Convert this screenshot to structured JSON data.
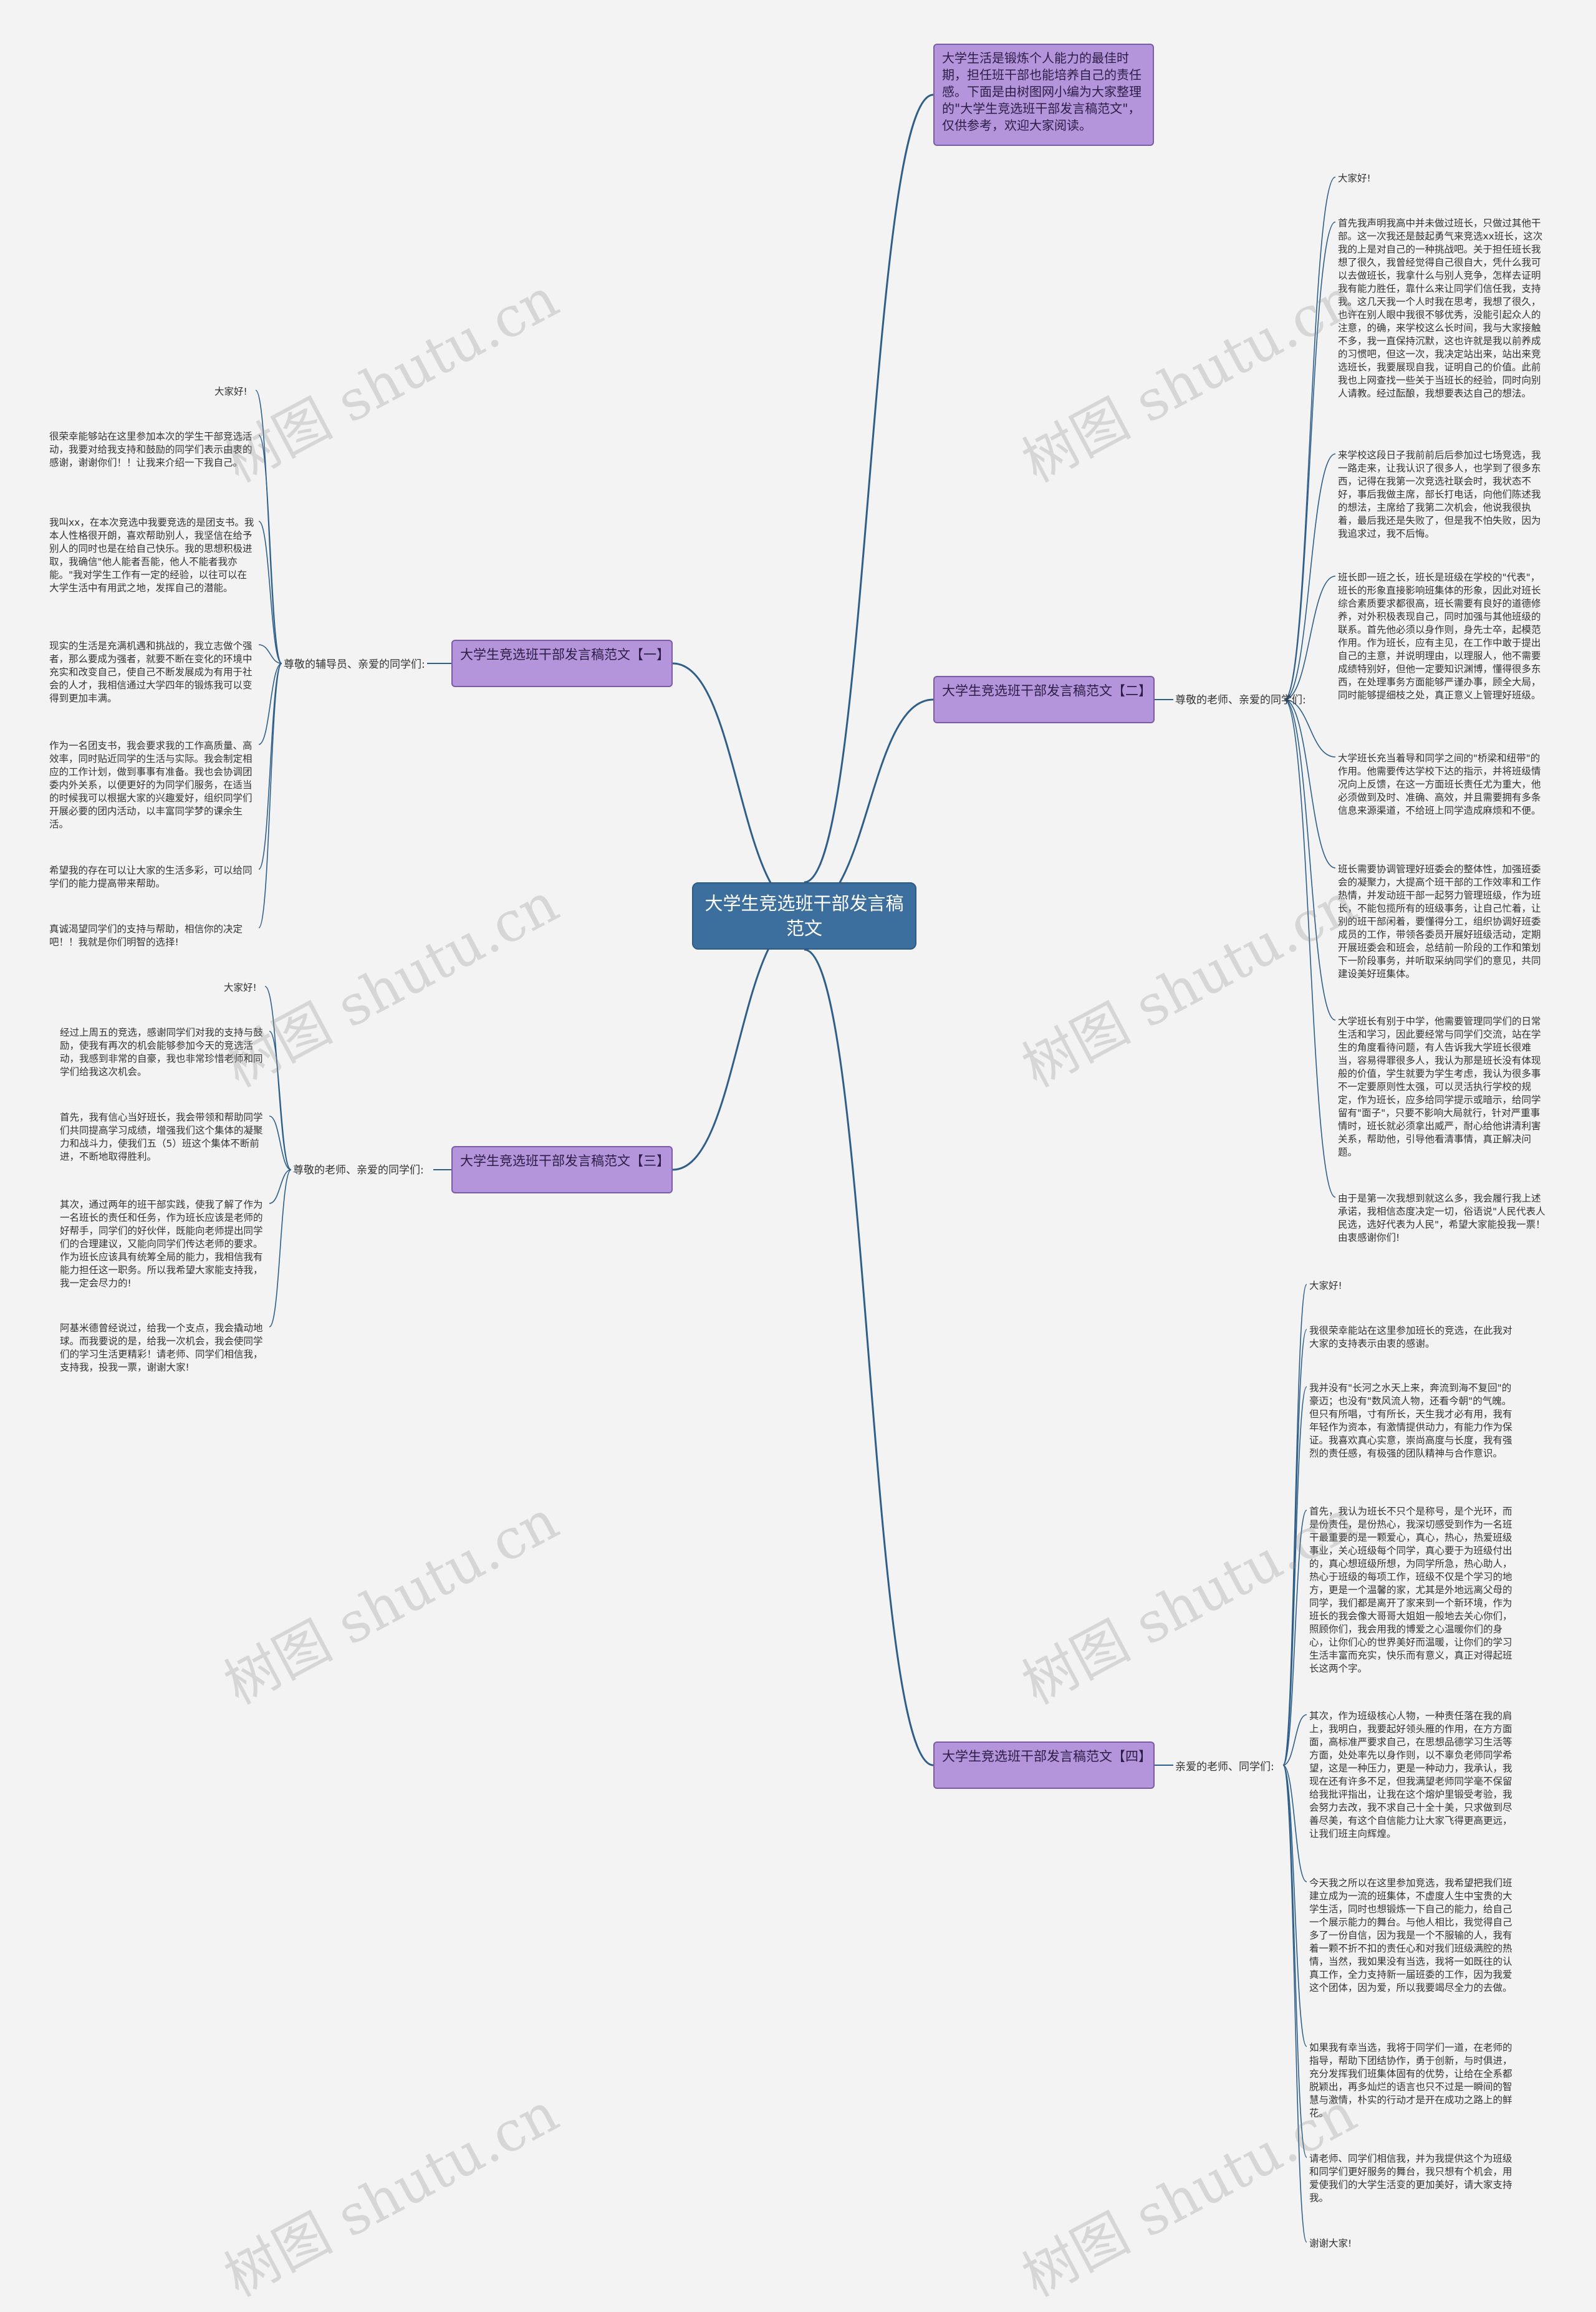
{
  "root": "大学生竞选班干部发言稿范文",
  "intro": "大学生活是锻炼个人能力的最佳时期，担任班干部也能培养自己的责任感。下面是由树图网小编为大家整理的\"大学生竞选班干部发言稿范文\"，仅供参考，欢迎大家阅读。",
  "watermark": "树图 shutu.cn",
  "b1": {
    "title": "大学生竞选班干部发言稿范文【一】",
    "sub": "尊敬的辅导员、亲爱的同学们:",
    "leaves": [
      "大家好!",
      "很荣幸能够站在这里参加本次的学生干部竞选活动，我要对给我支持和鼓励的同学们表示由衷的感谢，谢谢你们！！让我来介绍一下我自己。",
      "我叫xx，在本次竞选中我要竞选的是团支书。我本人性格很开朗，喜欢帮助别人，我坚信在给予别人的同时也是在给自己快乐。我的思想积极进取，我确信\"他人能者吾能，他人不能者我亦能。\"我对学生工作有一定的经验，以往可以在大学生活中有用武之地，发挥自己的潜能。",
      "现实的生活是充满机遇和挑战的，我立志做个强者，那么要成为强者，就要不断在变化的环境中充实和改变自己，使自己不断发展成为有用于社会的人才，我相信通过大学四年的锻炼我可以变得到更加丰满。",
      "作为一名团支书，我会要求我的工作高质量、高效率，同时贴近同学的生活与实际。我会制定相应的工作计划，做到事事有准备。我也会协调团委内外关系，以便更好的为同学们服务，在适当的时候我可以根据大家的兴趣爱好，组织同学们开展必要的团内活动，以丰富同学梦的课余生活。",
      "希望我的存在可以让大家的生活多彩，可以给同学们的能力提高带来帮助。",
      "真诚渴望同学们的支持与帮助，相信你的决定吧！！我就是你们明智的选择!"
    ]
  },
  "b2": {
    "title": "大学生竞选班干部发言稿范文【二】",
    "sub": "尊敬的老师、亲爱的同学们:",
    "leaves": [
      "大家好!",
      "首先我声明我高中并未做过班长，只做过其他干部。这一次我还是鼓起勇气来竞选xx班长，这次我的上是对自己的一种挑战吧。关于担任班长我想了很久，我曾经觉得自己很自大，凭什么我可以去做班长，我拿什么与别人竞争，怎样去证明我有能力胜任，靠什么来让同学们信任我，支持我。这几天我一个人时我在思考，我想了很久，也许在别人眼中我很不够优秀，没能引起众人的注意，的确，来学校这么长时间，我与大家接触不多，我一直保持沉默，这也许就是我以前养成的习惯吧，但这一次，我决定站出来，站出来竞选班长，我要展现自我，证明自己的价值。此前我也上网查找一些关于当班长的经验，同时向别人请教。经过酝酿，我想要表达自己的想法。",
      "来学校这段日子我前前后后参加过七场竞选，我一路走来，让我认识了很多人，也学到了很多东西，记得在我第一次竞选社联会时，我状态不好，事后我做主席，部长打电话，向他们陈述我的想法，主席给了我第二次机会，他说我很执着，最后我还是失败了，但是我不怕失败，因为我追求过，我不后悔。",
      "班长即一班之长，班长是班级在学校的\"代表\"，班长的形象直接影响班集体的形象，因此对班长综合素质要求都很高，班长需要有良好的道德修养，对外积极表现自己，同时加强与其他班级的联系。首先他必须以身作则，身先士卒，起模范作用。作为班长，应有主见，在工作中敢于提出自己的主意，并说明理由，以理服人，他不需要成绩特别好，但他一定要知识渊博，懂得很多东西，在处理事务方面能够严谨办事，顾全大局，同时能够提细枝之处，真正意义上管理好班级。",
      "大学班长充当着导和同学之间的\"桥梁和纽带\"的作用。他需要传达学校下达的指示，并将班级情况向上反馈，在这一方面班长责任尤为重大，他必须做到及时、准确、高效，并且需要拥有多条信息来源渠道，不给班上同学造成麻烦和不便。",
      "班长需要协调管理好班委会的整体性，加强班委会的凝聚力，大提高个班干部的工作效率和工作热情，并发动班干部一起努力管理班级，作为班长，不能包揽所有的班级事务，让自己忙着，让别的班干部闲着，要懂得分工，组织协调好班委成员的工作，带领各委员开展好班级活动，定期开展班委会和班会，总结前一阶段的工作和策划下一阶段事务，并听取采纳同学们的意见，共同建设美好班集体。",
      "大学班长有别于中学，他需要管理同学们的日常生活和学习，因此要经常与同学们交流，站在学生的角度看待问题，有人告诉我大学班长很难当，容易得罪很多人，我认为那是班长没有体现般的价值，学生就要为学生考虑，我认为很多事不一定要原则性太强，可以灵活执行学校的规定，作为班长，应多给同学提示或暗示，给同学留有\"面子\"，只要不影响大局就行，针对严重事情时，班长就必须拿出威严，耐心给他讲清利害关系，帮助他，引导他看清事情，真正解决问题。",
      "由于是第一次我想到就这么多，我会履行我上述承诺，我相信态度决定一切，俗语说\"人民代表人民选，选好代表为人民\"，希望大家能投我一票！由衷感谢你们!"
    ]
  },
  "b3": {
    "title": "大学生竞选班干部发言稿范文【三】",
    "sub": "尊敬的老师、亲爱的同学们:",
    "leaves": [
      "大家好!",
      "经过上周五的竞选，感谢同学们对我的支持与鼓励，使我有再次的机会能够参加今天的竞选活动，我感到非常的自豪，我也非常珍惜老师和同学们给我这次机会。",
      "首先，我有信心当好班长，我会带领和帮助同学们共同提高学习成绩，增强我们这个集体的凝聚力和战斗力，使我们五（5）班这个集体不断前进，不断地取得胜利。",
      "其次，通过两年的班干部实践，使我了解了作为一名班长的责任和任务，作为班长应该是老师的好帮手，同学们的好伙伴，既能向老师提出同学们的合理建议，又能向同学们传达老师的要求。作为班长应该具有统筹全局的能力，我相信我有能力担任这一职务。所以我希望大家能支持我，我一定会尽力的!",
      "阿基米德曾经说过，给我一个支点，我会撬动地球。而我要说的是，给我一次机会，我会使同学们的学习生活更精彩！请老师、同学们相信我，支持我，投我一票，谢谢大家!"
    ]
  },
  "b4": {
    "title": "大学生竞选班干部发言稿范文【四】",
    "sub": "亲爱的老师、同学们:",
    "leaves": [
      "大家好!",
      "我很荣幸能站在这里参加班长的竞选，在此我对大家的支持表示由衷的感谢。",
      "我并没有\"长河之水天上来，奔流到海不复回\"的豪迈；也没有\"数风流人物，还看今朝\"的气魄。但只有所唱，寸有所长，天生我才必有用，我有年轻作为资本，有激情提供动力，有能力作为保证。我喜欢真心实意，崇尚高度与长度，我有强烈的责任感，有极强的团队精神与合作意识。",
      "首先，我认为班长不只个是称号，是个光环，而是份责任，是份热心，我深切感受到作为一名班干最重要的是一颗爱心，真心，热心，热爱班级事业，关心班级每个同学，真心要于为班级付出的，真心想班级所想，为同学所急，热心助人，热心于班级的每项工作，班级不仅是个学习的地方，更是一个温馨的家，尤其是外地远离父母的同学，我们都是离开了家来到一个新环境，作为班长的我会像大哥哥大姐姐一般地去关心你们，照顾你们，我会用我的博爱之心温暖你们的身心，让你们心的世界美好而温暖，让你们的学习生活丰富而充实，快乐而有意义，真正对得起班长这两个字。",
      "其次，作为班级核心人物，一种责任落在我的肩上，我明白，我要起好领头雁的作用，在方方面面，高标准严要求自己，在思想品德学习生活等方面，处处率先以身作则，以不辜负老师同学希望，这是一种压力，更是一种动力，我承认，我现在还有许多不足，但我满望老师同学毫不保留给我批评指出，让我在这个熔炉里锻受考验，我会努力去改，我不求自己十全十美，只求做到尽善尽美，有这个自信能力让大家飞得更高更远，让我们班主向辉煌。",
      "今天我之所以在这里参加竞选，我希望把我们班建立成为一流的班集体，不虚度人生中宝贵的大学生活，同时也想锻炼一下自己的能力，给自己一个展示能力的舞台。与他人相比，我觉得自己多了一份自信，因为我是一个不服输的人，我有着一颗不折不扣的责任心和对我们班级满腔的热情，当然，我如果没有当选，我将一如既往的认真工作，全力支持新一届班委的工作，因为我爱这个团体，因为爱，所以我要竭尽全力的去做。",
      "如果我有幸当选，我将于同学们一道，在老师的指导，帮助下团结协作，勇于创新，与时俱进，充分发挥我们班集体固有的优势，让给在全系都脱颖出，再多灿烂的语言也只不过是一瞬间的智慧与激情，朴实的行动才是开在成功之路上的鲜花。",
      "请老师、同学们相信我，并为我提供这个为班级和同学们更好服务的舞台，我只想有个机会，用爱使我们的大学生活变的更加美好，请大家支持我。",
      "谢谢大家!"
    ]
  }
}
